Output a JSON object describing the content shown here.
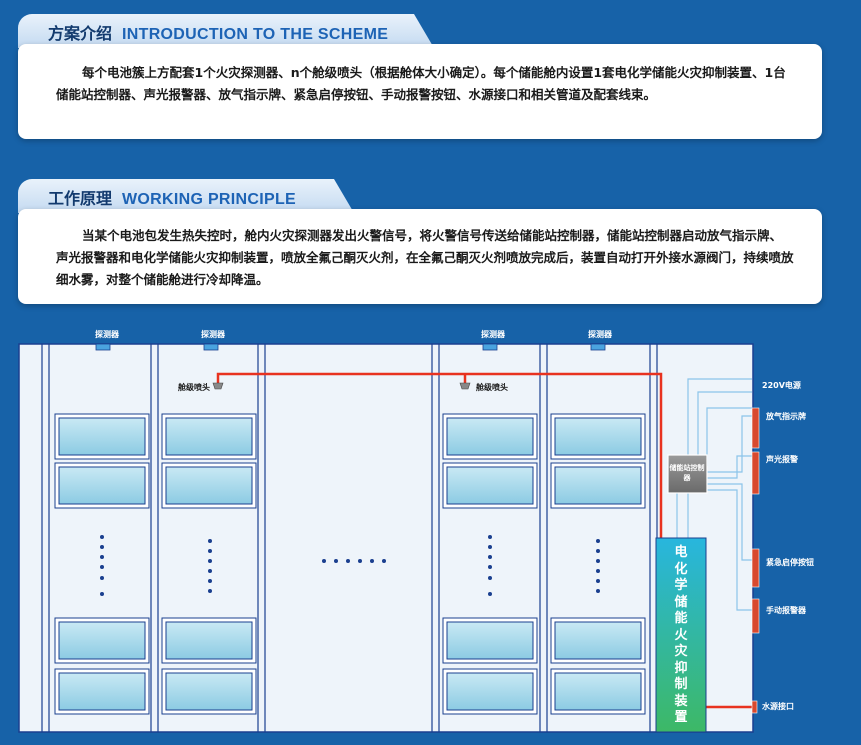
{
  "intro": {
    "title_cn": "方案介绍",
    "title_en": "INTRODUCTION TO THE SCHEME",
    "body": "每个电池簇上方配套1个火灾探测器、n个舱级喷头（根据舱体大小确定）。每个储能舱内设置1套电化学储能火灾抑制装置、1台储能站控制器、声光报警器、放气指示牌、紧急启停按钮、手动报警按钮、水源接口和相关管道及配套线束。"
  },
  "principle": {
    "title_cn": "工作原理",
    "title_en": "WORKING PRINCIPLE",
    "body": "当某个电池包发生热失控时，舱内火灾探测器发出火警信号，将火警信号传送给储能站控制器，储能站控制器启动放气指示牌、声光报警器和电化学储能火灾抑制装置，喷放全氟己酮灭火剂，在全氟己酮灭火剂喷放完成后，装置自动打开外接水源阀门，持续喷放细水雾，对整个储能舱进行冷却降温。"
  },
  "diagram": {
    "detector_label": "探测器",
    "nozzle_label": "舱级喷头",
    "power_label": "220V电源",
    "vent_sign_label": "放气指示牌",
    "alarm_label": "声光报警",
    "estop_label": "紧急启停按钮",
    "manual_alarm_label": "手动报警器",
    "water_inlet_label": "水源接口",
    "controller_label": "储能站控制器",
    "suppression_label": "电化学储能火灾抑制装置",
    "colors": {
      "background": "#1762a8",
      "pipe": "#e8321f",
      "cabinet": "#eef4fa",
      "module": "#9fd3e8",
      "suppression_top": "#2ab7d9",
      "suppression_bottom": "#3bb86a",
      "wire": "#8cc4ea",
      "device_red": "#d8492e"
    }
  }
}
